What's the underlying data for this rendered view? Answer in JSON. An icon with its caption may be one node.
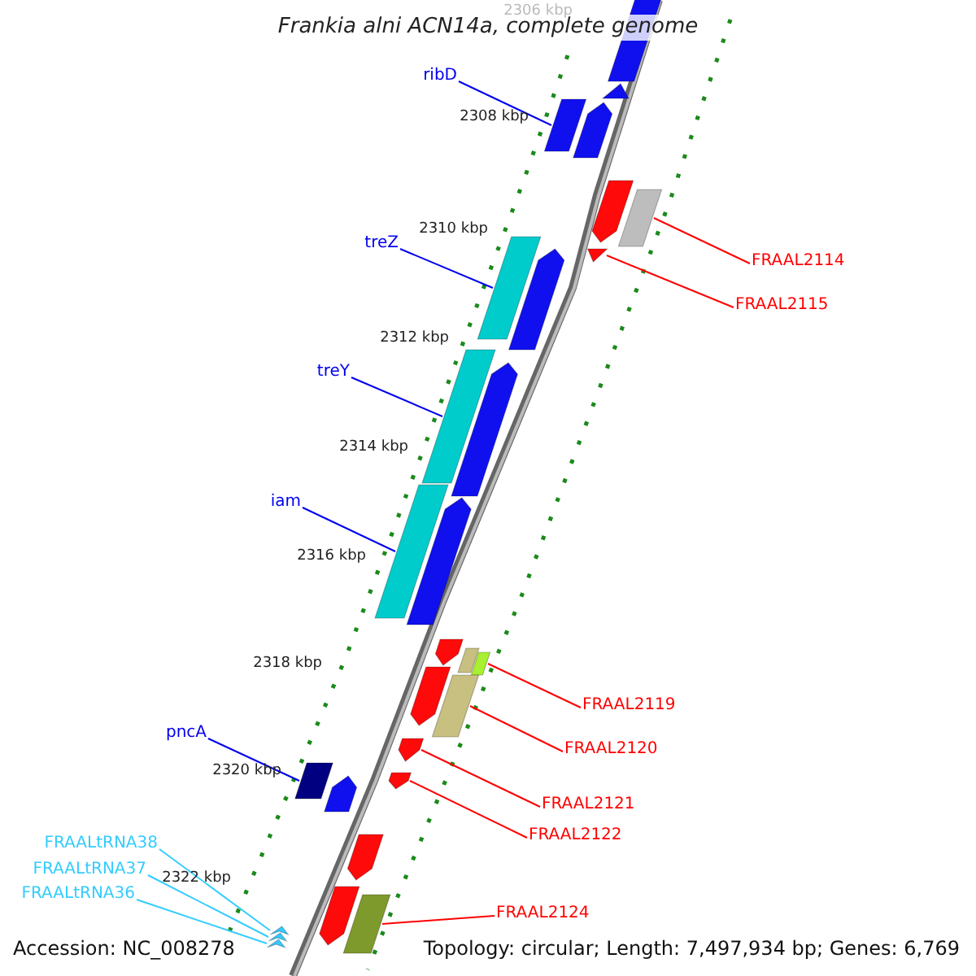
{
  "diagram": {
    "title": "Frankia alni ACN14a, complete genome",
    "nodes": [
      {
        "text": [
          "ribD"
        ]
      },
      {
        "text": [
          "FRAAL2114"
        ]
      },
      {
        "text": [
          "FRAAL2115"
        ]
      },
      {
        "text": [
          "treZ"
        ]
      },
      {
        "text": [
          "treY"
        ]
      },
      {
        "text": [
          "iam"
        ]
      },
      {
        "text": [
          "FRAAL2119"
        ]
      },
      {
        "text": [
          "FRAAL2120"
        ]
      },
      {
        "text": [
          "pncA"
        ]
      },
      {
        "text": [
          "FRAAL2121"
        ]
      },
      {
        "text": [
          "FRAAL2122"
        ]
      },
      {
        "text": [
          "FRAALtRNA38"
        ]
      },
      {
        "text": [
          "FRAALtRNA37"
        ]
      },
      {
        "text": [
          "FRAALtRNA36"
        ]
      },
      {
        "text": [
          "FRAAL2124"
        ]
      },
      {
        "text": [],
        "shape": "box"
      },
      {
        "text": [],
        "shape": "box"
      },
      {
        "text": [],
        "shape": "triangle"
      },
      {
        "text": [],
        "shape": "box"
      },
      {
        "text": [],
        "shape": "box"
      },
      {
        "text": [],
        "shape": "box"
      },
      {
        "text": [],
        "shape": "box"
      },
      {
        "text": [],
        "shape": "box"
      },
      {
        "text": [],
        "shape": "box"
      },
      {
        "text": [],
        "shape": "arrow"
      },
      {
        "text": [],
        "shape": "arrow"
      },
      {
        "text": [],
        "shape": "chevron"
      },
      {
        "text": [],
        "shape": "chevron"
      },
      {
        "text": [],
        "shape": "chevron"
      },
      {
        "text": [],
        "shape": "box"
      },
      {
        "text": [],
        "shape": "box"
      },
      {
        "text": [],
        "shape": "triangle"
      },
      {
        "text": [],
        "shape": "arrow"
      },
      {
        "text": [],
        "shape": "arrow"
      },
      {
        "text": [],
        "shape": "arrow"
      },
      {
        "text": [],
        "shape": "arrow"
      },
      {
        "text": [],
        "shape": "arrow"
      },
      {
        "text": [],
        "shape": "arrow"
      },
      {
        "text": [],
        "shape": "box"
      },
      {
        "text": [],
        "shape": "arrow"
      },
      {
        "text": [],
        "shape": "arrow"
      },
      {
        "text": [],
        "shape": "arrow"
      },
      {
        "text": [],
        "shape": "arrow"
      }
    ],
    "edges": [
      {
        "from": 0,
        "to": 15,
        "arrow": "none",
        "color": "#0000ee"
      },
      {
        "from": 1,
        "to": 16,
        "arrow": "none"
      },
      {
        "from": 2,
        "to": 17,
        "arrow": "none"
      },
      {
        "from": 3,
        "to": 18,
        "arrow": "none",
        "color": "#0000ee"
      },
      {
        "from": 4,
        "to": 19,
        "arrow": "none",
        "color": "#0000ee"
      },
      {
        "from": 5,
        "to": 20,
        "arrow": "none",
        "color": "#0000ee"
      },
      {
        "from": 6,
        "to": 21,
        "arrow": "none"
      },
      {
        "from": 7,
        "to": 22,
        "arrow": "none"
      },
      {
        "from": 8,
        "to": 23,
        "arrow": "none",
        "color": "#0000ee"
      },
      {
        "from": 9,
        "to": 24,
        "arrow": "none"
      },
      {
        "from": 10,
        "to": 25,
        "arrow": "none"
      },
      {
        "from": 11,
        "to": 26,
        "arrow": "none",
        "color": "#33ccff"
      },
      {
        "from": 12,
        "to": 27,
        "arrow": "none",
        "color": "#33ccff"
      },
      {
        "from": 13,
        "to": 28,
        "arrow": "none",
        "color": "#33ccff"
      },
      {
        "from": 14,
        "to": 29,
        "arrow": "none"
      }
    ],
    "labels": [
      "2306 kbp",
      "2308 kbp",
      "2310 kbp",
      "2312 kbp",
      "2314 kbp",
      "2316 kbp",
      "2318 kbp",
      "2320 kbp",
      "2322 kbp",
      "Accession: NC_008278",
      "Topology: circular; Length: 7,497,934 bp; Genes: 6,769"
    ]
  }
}
